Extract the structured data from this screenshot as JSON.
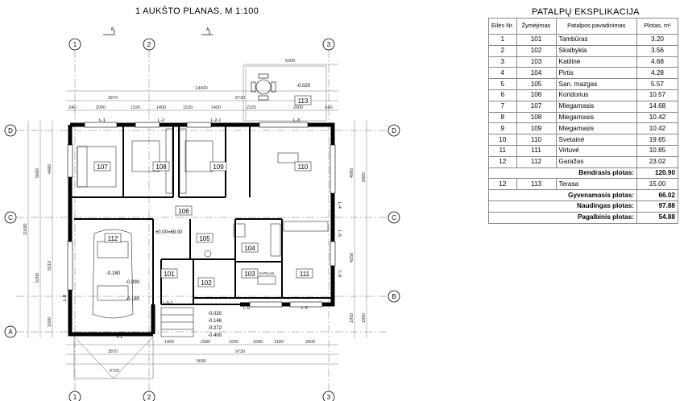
{
  "plan": {
    "title": "1 AUKŠTO PLANAS, M 1:100",
    "axes": {
      "columns": [
        "1",
        "2",
        "3"
      ],
      "rows": [
        "D",
        "C",
        "B",
        "A"
      ]
    },
    "section_markers": [
      "B",
      "A"
    ],
    "dimensions": {
      "top_outer": [
        "14400"
      ],
      "top_terrace": [
        "5000"
      ],
      "top_mid": [
        "3870",
        "9730"
      ],
      "top_detail": [
        "640",
        "2000",
        "1520",
        "1400",
        "1520",
        "1400",
        "2220",
        "2000",
        "640"
      ],
      "bottom_detail": [
        "1960",
        "2980",
        "1500",
        "1680",
        "1180",
        "3900"
      ],
      "bottom_mid": [
        "3870",
        "9730"
      ],
      "bottom_outer": [
        "9680"
      ],
      "bottom_extra": [
        "4720"
      ],
      "left_outer": [
        "11680"
      ],
      "left_mid": [
        "5680",
        "6200"
      ],
      "left_detail": [
        "4480",
        "5510",
        "1500"
      ],
      "right_detail": [
        "4880",
        "4250",
        "1950",
        "1800",
        "5800"
      ]
    },
    "wall_labels": [
      "L-1",
      "L-2",
      "L-2-1",
      "L-3",
      "L-4",
      "L-5",
      "L-6",
      "L-2",
      "L-8",
      "L-9",
      "L-0-1",
      "V-1"
    ],
    "rooms": [
      "107",
      "108",
      "109",
      "110",
      "112",
      "105",
      "104",
      "101",
      "102",
      "103",
      "111",
      "106",
      "113"
    ],
    "boiler_label": "KATILAS",
    "levels": {
      "main": "±0.00=69.00",
      "terrace": "-0.020",
      "garage": "-0.180",
      "garage_2": "-0.090",
      "garage_3": "-0.180",
      "entry": [
        "-0.020",
        "-0.146",
        "-0.272",
        "-0.400"
      ]
    }
  },
  "table": {
    "title": "PATALPŲ EKSPLIKACIJA",
    "headers": [
      "Eilės Nr.",
      "Žymėjimas",
      "Patalpos pavadinimas",
      "Plotas, m²"
    ],
    "rows": [
      {
        "nr": "1",
        "code": "101",
        "name": "Tambūras",
        "area": "3.20"
      },
      {
        "nr": "2",
        "code": "102",
        "name": "Skalbykla",
        "area": "3.56"
      },
      {
        "nr": "3",
        "code": "103",
        "name": "Katilinė",
        "area": "4.68"
      },
      {
        "nr": "4",
        "code": "104",
        "name": "Pirtis",
        "area": "4.28"
      },
      {
        "nr": "5",
        "code": "105",
        "name": "San. mazgas",
        "area": "5.57"
      },
      {
        "nr": "6",
        "code": "106",
        "name": "Koridorius",
        "area": "10.57"
      },
      {
        "nr": "7",
        "code": "107",
        "name": "Miegamasis",
        "area": "14.68"
      },
      {
        "nr": "8",
        "code": "108",
        "name": "Miegamasis",
        "area": "10.42"
      },
      {
        "nr": "9",
        "code": "109",
        "name": "Miegamasis",
        "area": "10.42"
      },
      {
        "nr": "10",
        "code": "110",
        "name": "Svetainė",
        "area": "19.65"
      },
      {
        "nr": "11",
        "code": "111",
        "name": "Virtuvė",
        "area": "10.85"
      },
      {
        "nr": "12",
        "code": "112",
        "name": "Garažas",
        "area": "23.02"
      }
    ],
    "total": {
      "label": "Bendrasis plotas:",
      "value": "120.90"
    },
    "extra_row": {
      "nr": "12",
      "code": "113",
      "name": "Terasa",
      "area": "15.00"
    },
    "summary": [
      {
        "label": "Gyvenamasis plotas:",
        "value": "66.02"
      },
      {
        "label": "Naudingas plotas:",
        "value": "97.88"
      },
      {
        "label": "Pagalbinis plotas:",
        "value": "54.88"
      }
    ]
  }
}
